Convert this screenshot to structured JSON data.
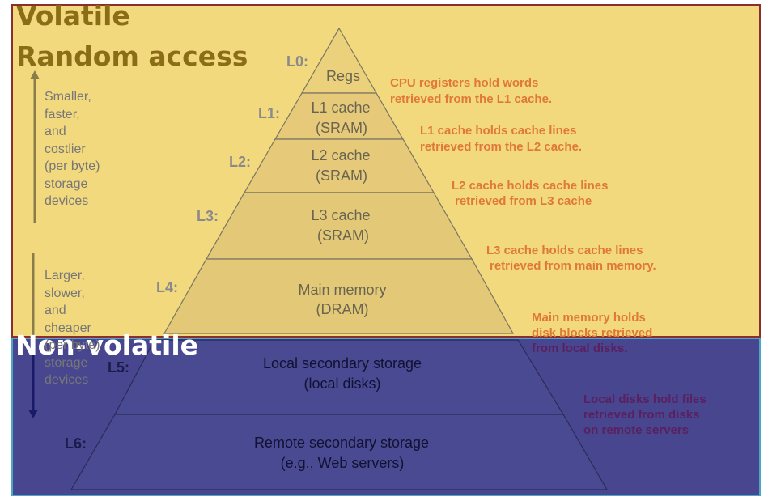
{
  "colors": {
    "volatile_fill": "#f2d97e",
    "volatile_border": "#8b2e2e",
    "nonvolatile_fill": "#47468f",
    "nonvolatile_border": "#4aa7c9",
    "volatile_title": "#8a6d16",
    "nonvolatile_title": "#ffffff",
    "annotation": "#e0783a",
    "annotation_dark": "#5a2060",
    "level_label": "#8a8a8a",
    "level_label_dark": "#1c1c4a",
    "arrow": "#8a7d4a",
    "arrow_dark": "#1a1a6a"
  },
  "regions": {
    "volatile_title_line1": "Volatile",
    "volatile_title_line2": "Random access",
    "nonvolatile_title": "Non-volatile"
  },
  "side_labels": {
    "top": "Smaller,\nfaster,\nand\ncostlier\n(per byte)\nstorage\ndevices",
    "bottom": "Larger,\nslower,\nand\ncheaper\n(per byte)\nstorage\ndevices"
  },
  "levels": [
    {
      "level": "L0:",
      "line1": "Regs",
      "line2": "",
      "note1": "CPU registers hold words",
      "note2": "retrieved from the L1 cache.",
      "note3": ""
    },
    {
      "level": "L1:",
      "line1": "L1 cache",
      "line2": "(SRAM)",
      "note1": "L1 cache holds cache lines",
      "note2": "retrieved from the L2 cache.",
      "note3": ""
    },
    {
      "level": "L2:",
      "line1": "L2 cache",
      "line2": "(SRAM)",
      "note1": "L2 cache holds cache lines",
      "note2": "retrieved from L3 cache",
      "note3": ""
    },
    {
      "level": "L3:",
      "line1": "L3 cache",
      "line2": "(SRAM)",
      "note1": "L3 cache holds cache lines",
      "note2": "retrieved from main memory.",
      "note3": ""
    },
    {
      "level": "L4:",
      "line1": "Main memory",
      "line2": "(DRAM)",
      "note1": "Main memory holds",
      "note2": "disk blocks retrieved",
      "note3": "from local disks."
    },
    {
      "level": "L5:",
      "line1": "Local secondary storage",
      "line2": "(local disks)",
      "note1": "",
      "note2": "",
      "note3": ""
    },
    {
      "level": "L6:",
      "line1": "Remote secondary storage",
      "line2": "(e.g., Web servers)",
      "note1": "Local disks hold files",
      "note2": "retrieved from disks",
      "note3": "on remote servers"
    }
  ]
}
